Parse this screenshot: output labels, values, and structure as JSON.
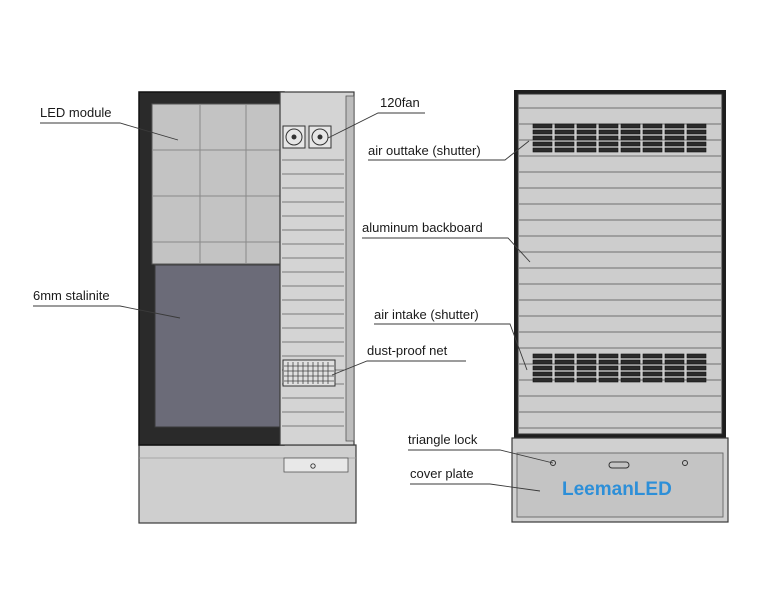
{
  "labels": {
    "led_module": "LED module",
    "fan": "120fan",
    "air_outtake": "air outtake (shutter)",
    "stalinite": "6mm stalinite",
    "backboard": "aluminum backboard",
    "air_intake": "air intake (shutter)",
    "dust_net": "dust-proof net",
    "triangle_lock": "triangle lock",
    "cover_plate": "cover plate"
  },
  "brand": "LeemanLED",
  "colors": {
    "brand": "#2d8fd8",
    "glass": "#6b6b78",
    "frame": "#2a2a2a",
    "panel": "#c9c9c9"
  }
}
